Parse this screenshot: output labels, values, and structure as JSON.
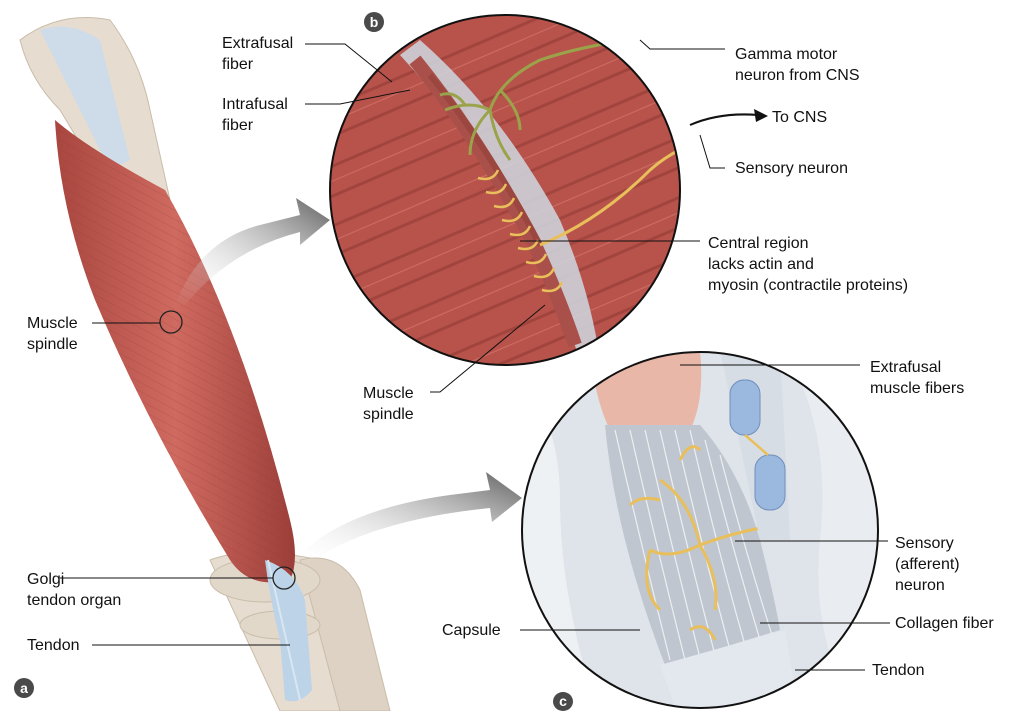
{
  "panels": {
    "a": "a",
    "b": "b",
    "c": "c"
  },
  "labels": {
    "extrafusal_fiber": "Extrafusal\nfiber",
    "intrafusal_fiber": "Intrafusal\nfiber",
    "gamma_motor": "Gamma motor\nneuron from CNS",
    "to_cns": "To CNS",
    "sensory_neuron": "Sensory neuron",
    "central_region": "Central region\nlacks actin and\nmyosin (contractile proteins)",
    "muscle_spindle_b": "Muscle\nspindle",
    "muscle_spindle_a": "Muscle\nspindle",
    "golgi_tendon_organ": "Golgi\ntendon organ",
    "tendon_a": "Tendon",
    "extrafusal_muscle_fibers": "Extrafusal\nmuscle fibers",
    "sensory_afferent_neuron": "Sensory\n(afferent)\nneuron",
    "collagen_fiber": "Collagen fiber",
    "capsule": "Capsule",
    "tendon_c": "Tendon"
  },
  "colors": {
    "muscle": "#c0574f",
    "muscle_dark": "#9c3e39",
    "bone": "#e3d9cc",
    "tendon": "#bcd3e8",
    "nerve_motor": "#9aa34a",
    "nerve_sensory": "#e8bf5a",
    "collagen": "#c9cdd4",
    "arrow": "#6b6b6b"
  }
}
